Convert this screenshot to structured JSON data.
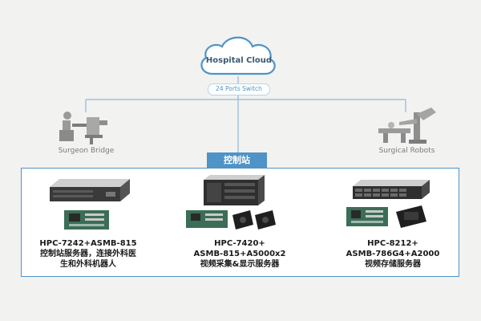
{
  "cloud": {
    "label": "Hospital Cloud"
  },
  "switch": {
    "label": "24 Ports Switch"
  },
  "endpoints": {
    "left": {
      "label": "Surgeon Bridge",
      "icon": "surgeon-console-icon"
    },
    "right": {
      "label": "Surgical Robots",
      "icon": "surgical-robot-icon"
    }
  },
  "station": {
    "title": "控制站"
  },
  "servers": [
    {
      "lines": [
        "HPC-7242+ASMB-815",
        "控制站服务器，连接外科医",
        "生和外科机器人"
      ]
    },
    {
      "lines": [
        "HPC-7420+",
        "ASMB-815+A5000x2",
        "视频采集&显示服务器"
      ]
    },
    {
      "lines": [
        "HPC-8212+",
        "ASMB-786G4+A2000",
        "视频存储服务器"
      ]
    }
  ],
  "colors": {
    "accent": "#4f93c7",
    "line": "#8fb8d8",
    "text": "#1a1a1a",
    "background": "#f2f2f1"
  }
}
